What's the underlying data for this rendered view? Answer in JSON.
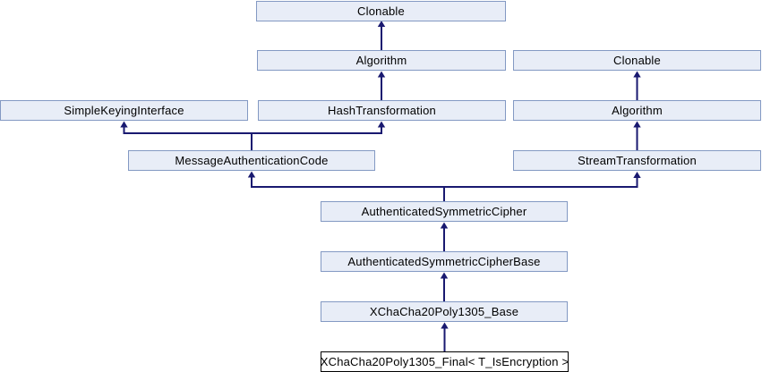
{
  "diagram": {
    "type": "class-inheritance-graph",
    "nodes": [
      {
        "label": "Clonable",
        "current": false
      },
      {
        "label": "Algorithm",
        "current": false
      },
      {
        "label": "Clonable",
        "current": false
      },
      {
        "label": "SimpleKeyingInterface",
        "current": false
      },
      {
        "label": "HashTransformation",
        "current": false
      },
      {
        "label": "Algorithm",
        "current": false
      },
      {
        "label": "MessageAuthenticationCode",
        "current": false
      },
      {
        "label": "StreamTransformation",
        "current": false
      },
      {
        "label": "AuthenticatedSymmetricCipher",
        "current": false
      },
      {
        "label": "AuthenticatedSymmetricCipherBase",
        "current": false
      },
      {
        "label": "XChaCha20Poly1305_Base",
        "current": false
      },
      {
        "label": "XChaCha20Poly1305_Final< T_IsEncryption >",
        "current": true
      }
    ],
    "edges": [
      {
        "child": "Algorithm (left)",
        "parent": "Clonable (top)"
      },
      {
        "child": "HashTransformation",
        "parent": "Algorithm (left)"
      },
      {
        "child": "Algorithm (right)",
        "parent": "Clonable (right)"
      },
      {
        "child": "StreamTransformation",
        "parent": "Algorithm (right)"
      },
      {
        "child": "MessageAuthenticationCode",
        "parent": "SimpleKeyingInterface"
      },
      {
        "child": "MessageAuthenticationCode",
        "parent": "HashTransformation"
      },
      {
        "child": "AuthenticatedSymmetricCipher",
        "parent": "MessageAuthenticationCode"
      },
      {
        "child": "AuthenticatedSymmetricCipher",
        "parent": "StreamTransformation"
      },
      {
        "child": "AuthenticatedSymmetricCipherBase",
        "parent": "AuthenticatedSymmetricCipher"
      },
      {
        "child": "XChaCha20Poly1305_Base",
        "parent": "AuthenticatedSymmetricCipherBase"
      },
      {
        "child": "XChaCha20Poly1305_Final< T_IsEncryption >",
        "parent": "XChaCha20Poly1305_Base"
      }
    ]
  },
  "colors": {
    "node_fill": "#e8edf7",
    "node_border": "#8399c3",
    "arrow": "#191970",
    "highlight_fill": "#ffffff",
    "highlight_border": "#000000",
    "background": "#ffffff",
    "text": "#000000"
  }
}
